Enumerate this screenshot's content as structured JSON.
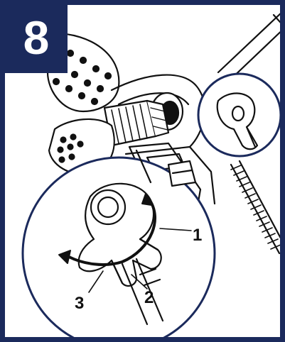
{
  "step": {
    "number": "8"
  },
  "callouts": [
    {
      "id": "1",
      "text": "1"
    },
    {
      "id": "2",
      "text": "2"
    },
    {
      "id": "3",
      "text": "3"
    }
  ],
  "colors": {
    "frame": "#1b2a5c",
    "line": "#111111",
    "background": "#ffffff"
  },
  "icons": [
    "shower-head-icon",
    "diverter-knob-icon",
    "rotate-arrow-icon",
    "hose-icon"
  ]
}
